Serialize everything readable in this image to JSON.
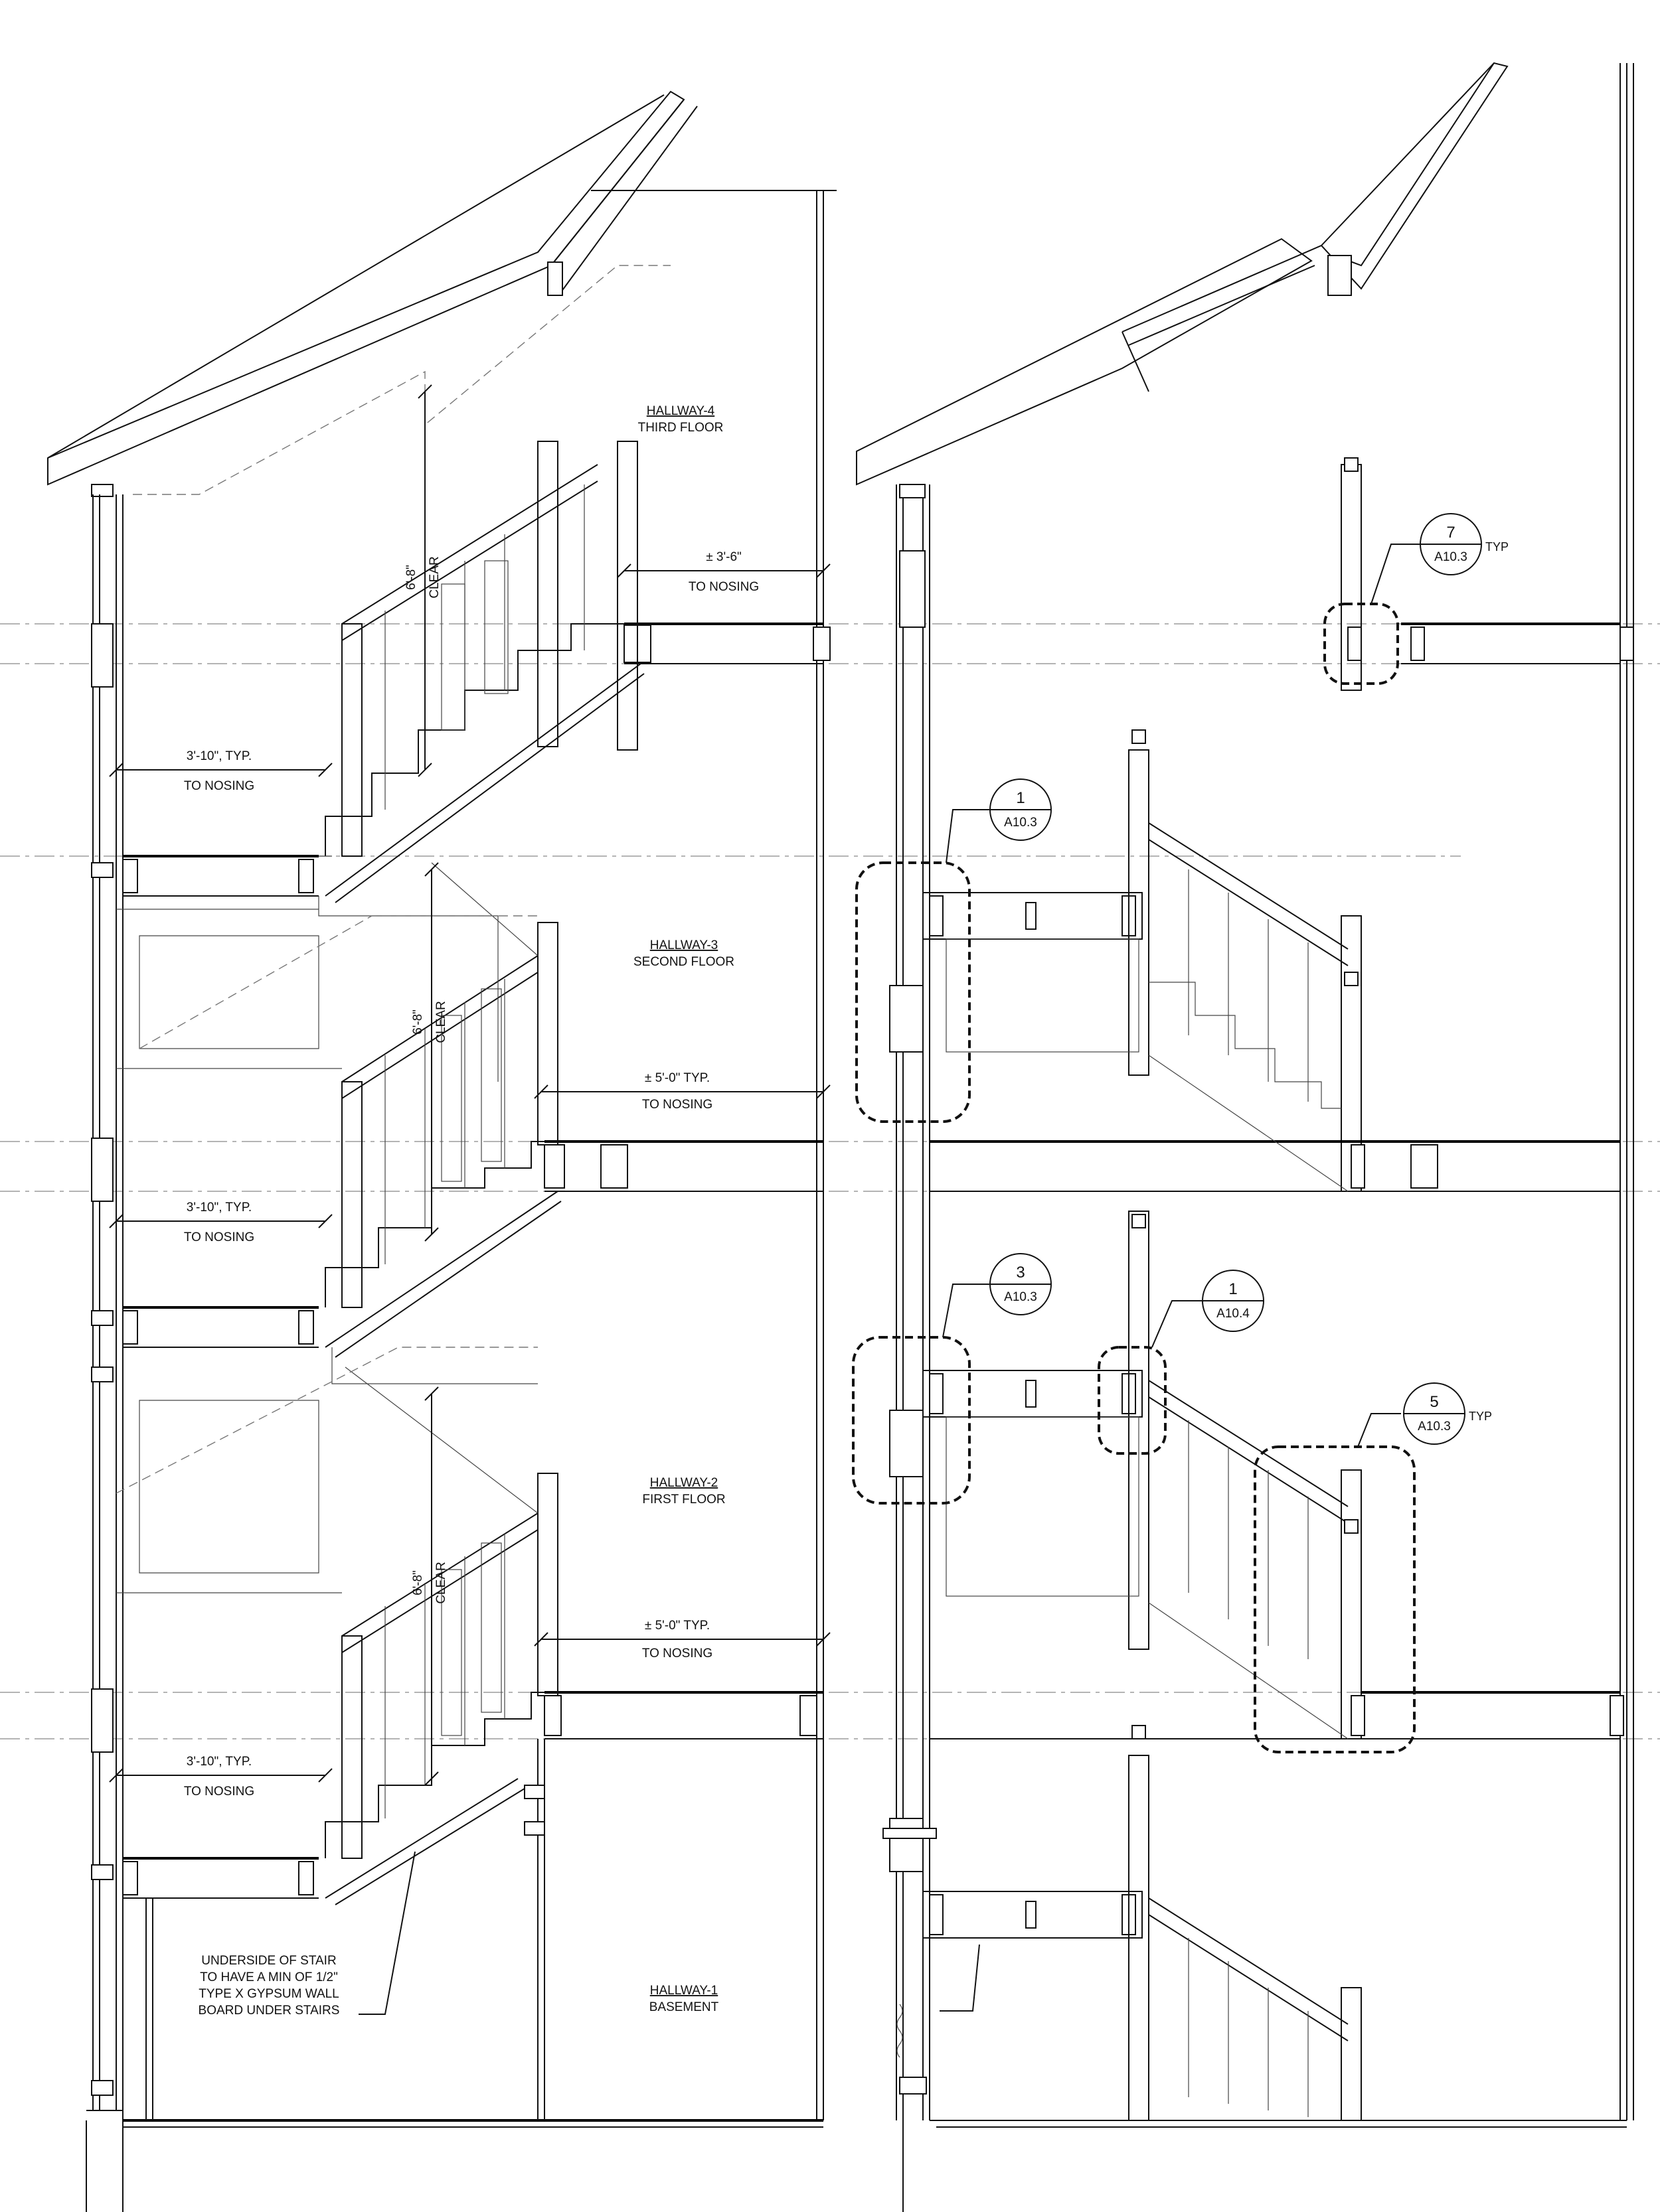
{
  "levels": [
    {
      "name": "HALLWAY-4",
      "floor": "THIRD FLOOR"
    },
    {
      "name": "HALLWAY-3",
      "floor": "SECOND FLOOR"
    },
    {
      "name": "HALLWAY-2",
      "floor": "FIRST FLOOR"
    },
    {
      "name": "HALLWAY-1",
      "floor": "BASEMENT"
    }
  ],
  "dimensions": {
    "headroom": "6'-8\"",
    "clear": "CLEAR",
    "landing_typ": "3'-10\", TYP.",
    "top_nosing": "± 3'-6\"",
    "mid_nosing": "± 5'-0\" TYP.",
    "to_nosing": "TO NOSING"
  },
  "note": {
    "lines": [
      "UNDERSIDE OF STAIR",
      "TO HAVE A MIN OF 1/2\"",
      "TYPE X GYPSUM WALL",
      "BOARD UNDER STAIRS"
    ]
  },
  "detail_tags": [
    {
      "num": "7",
      "sheet": "A10.3",
      "suffix": "TYP"
    },
    {
      "num": "1",
      "sheet": "A10.3",
      "suffix": ""
    },
    {
      "num": "3",
      "sheet": "A10.3",
      "suffix": ""
    },
    {
      "num": "1",
      "sheet": "A10.4",
      "suffix": ""
    },
    {
      "num": "5",
      "sheet": "A10.3",
      "suffix": "TYP"
    }
  ]
}
